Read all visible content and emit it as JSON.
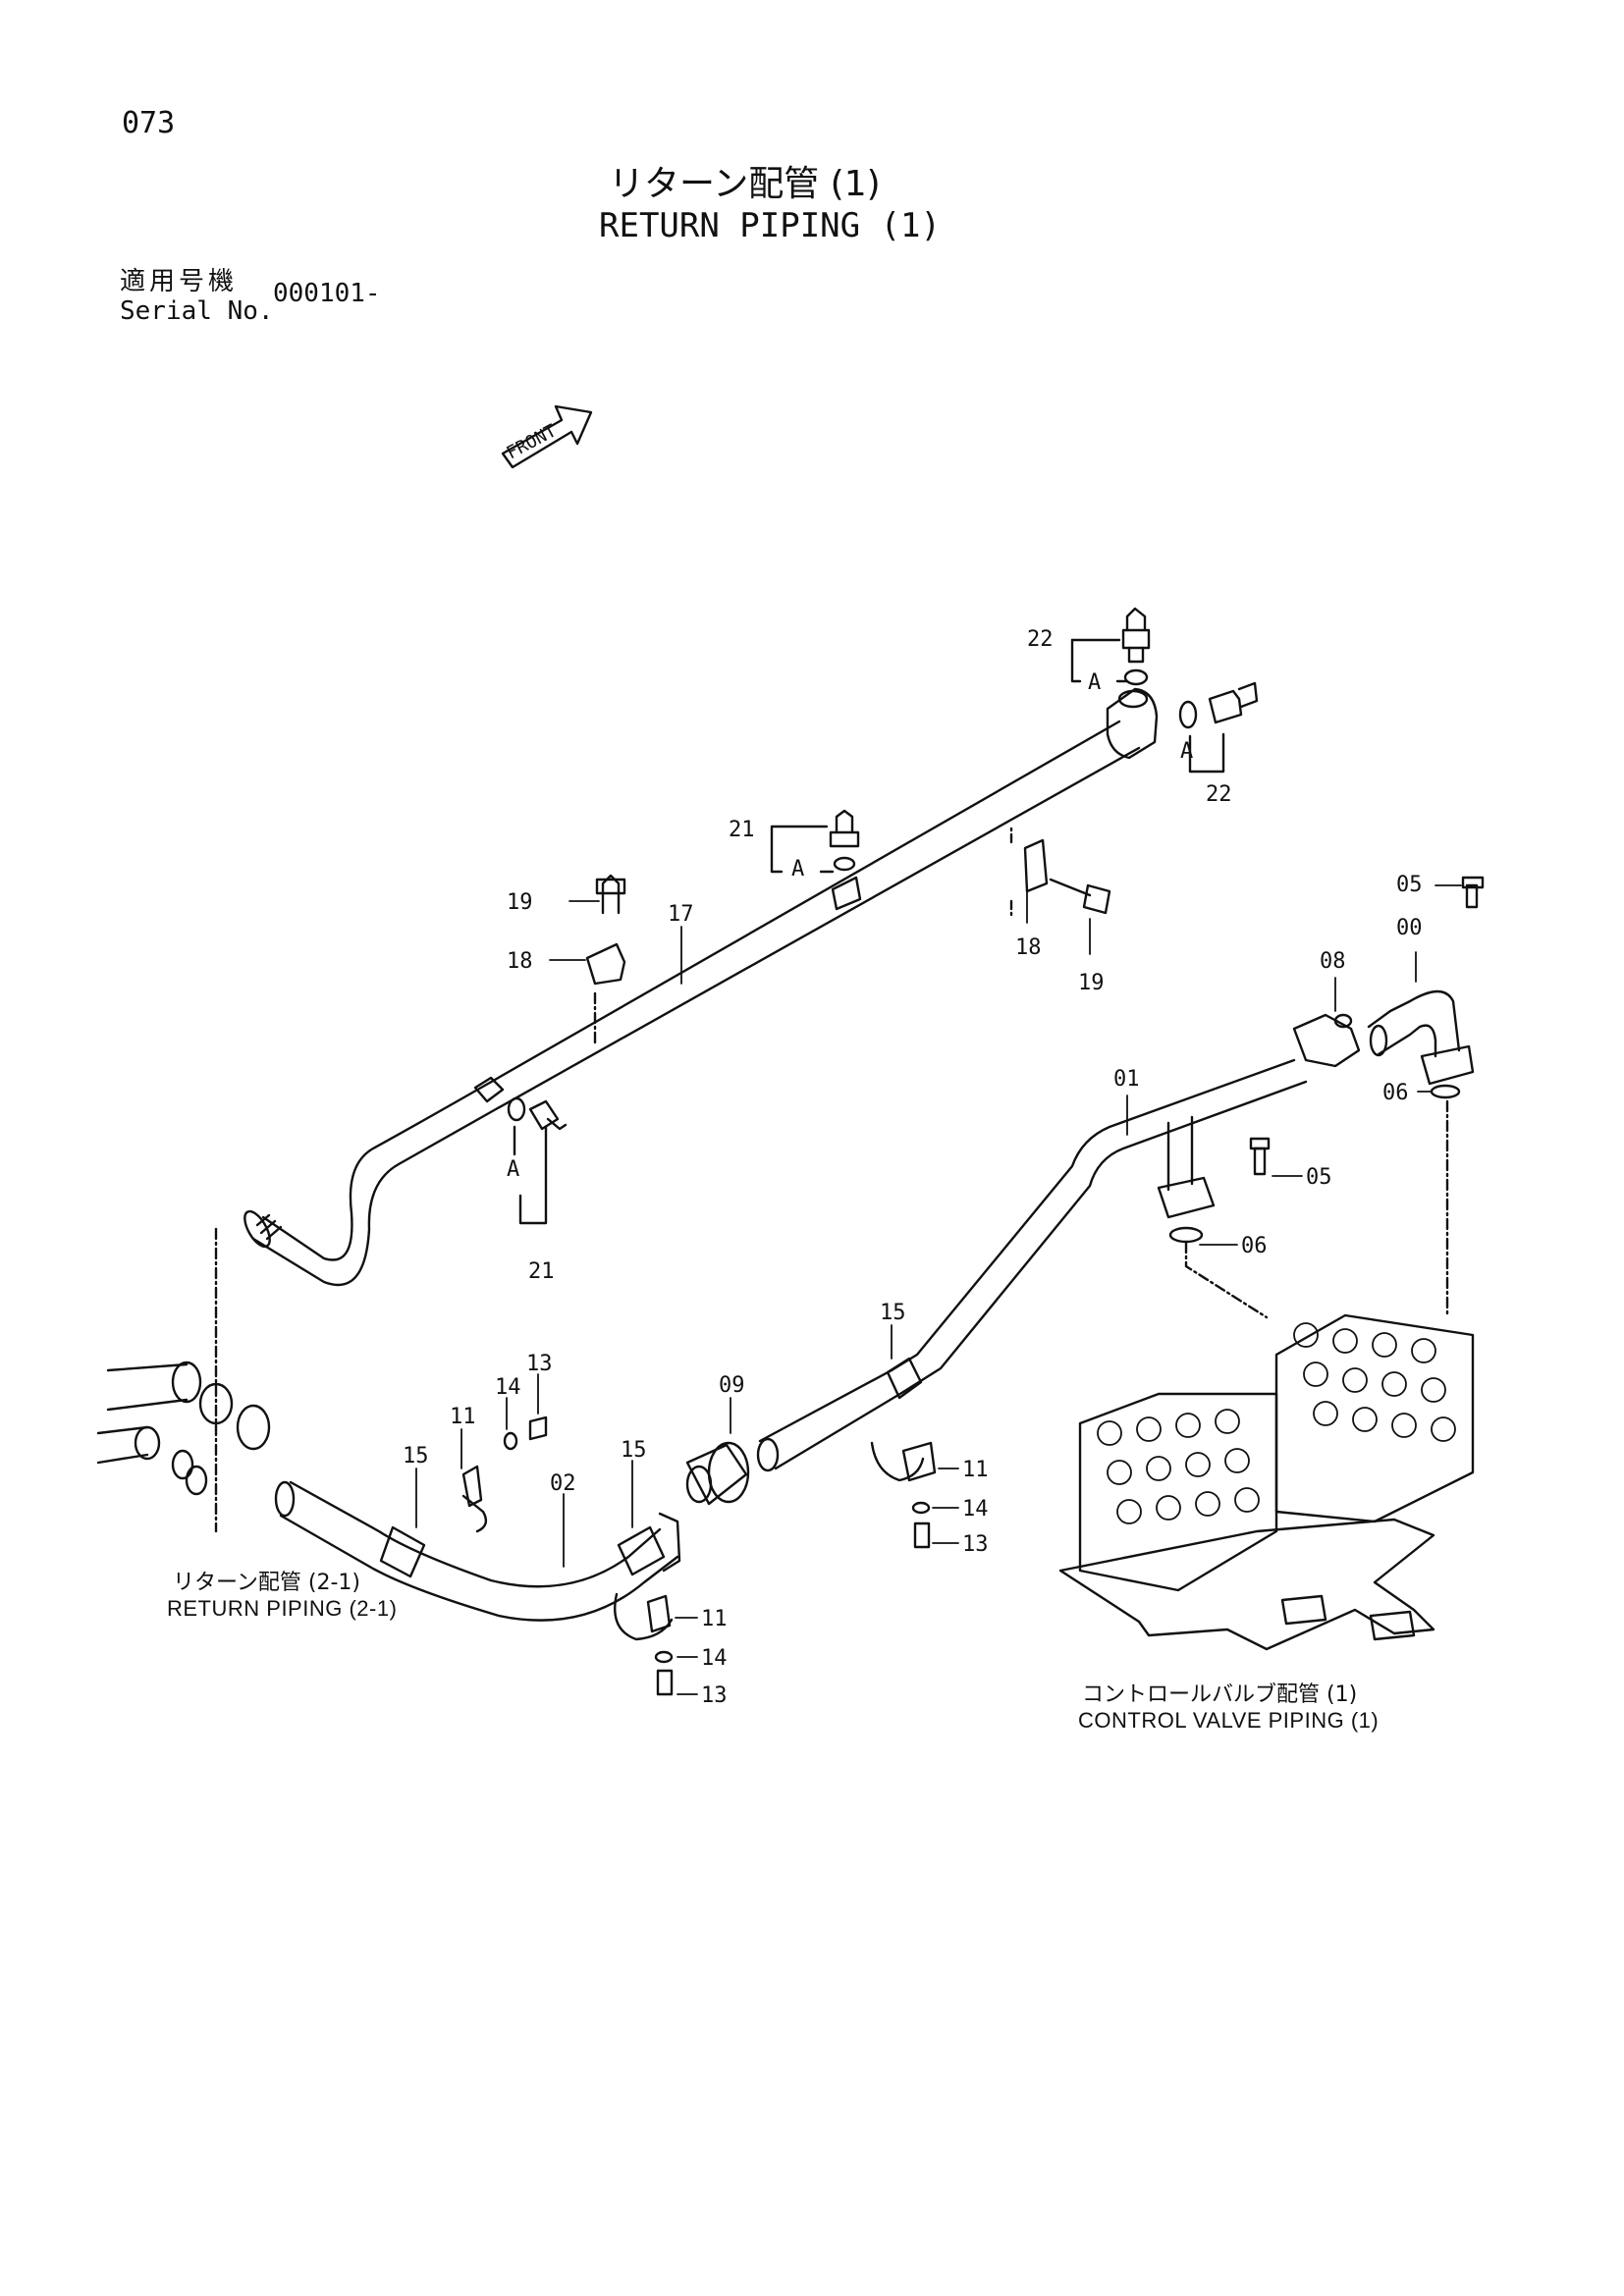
{
  "page": {
    "number": "073",
    "title_jp": "リターン配管 (1)",
    "title_en": "RETURN PIPING (1)",
    "serial_label_jp": "適用号機",
    "serial_label_en": "Serial No.",
    "serial_value": "000101-"
  },
  "front_marker": "FRONT",
  "references": {
    "return_piping_jp": "リターン配管 (2-1)",
    "return_piping_en": "RETURN PIPING (2-1)",
    "control_valve_jp": "コントロールバルブ配管 (1)",
    "control_valve_en": "CONTROL VALVE PIPING (1)"
  },
  "part_labels": {
    "p22": "22",
    "pA": "A",
    "p21": "21",
    "p19": "19",
    "p18": "18",
    "p17": "17",
    "p05": "05",
    "p00": "00",
    "p08": "08",
    "p06": "06",
    "p01": "01",
    "p15": "15",
    "p09": "09",
    "p13": "13",
    "p14": "14",
    "p11": "11",
    "p02": "02"
  }
}
